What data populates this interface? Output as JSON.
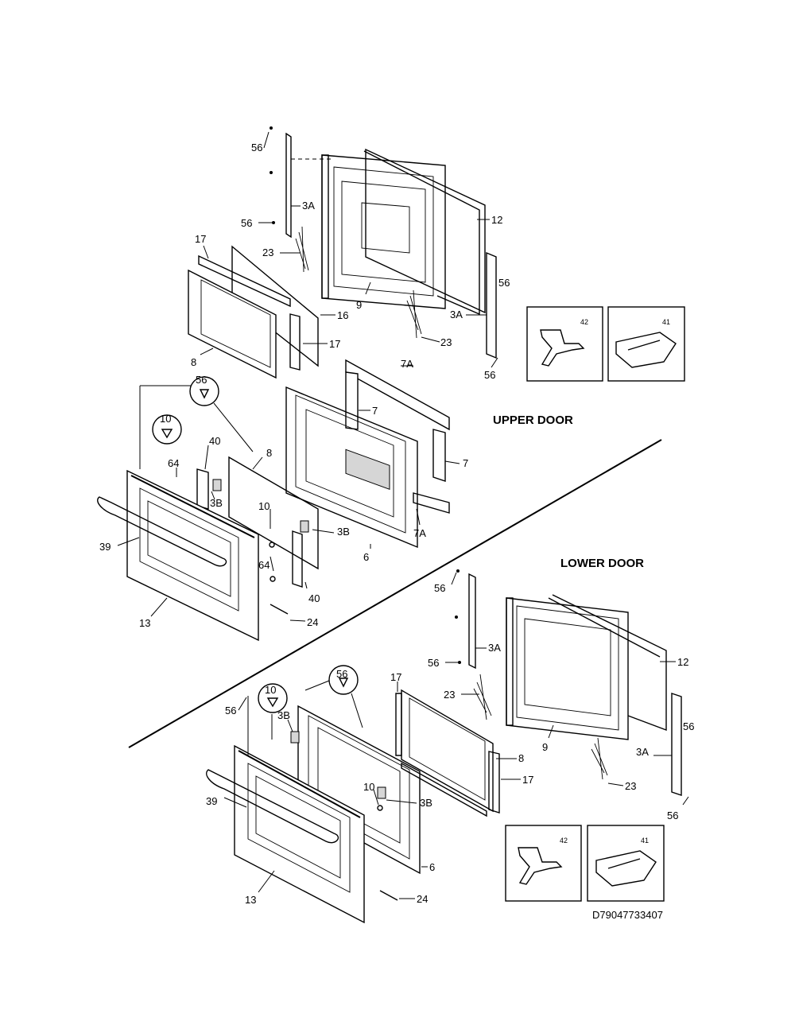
{
  "sections": {
    "upper": "UPPER DOOR",
    "lower": "LOWER DOOR"
  },
  "diagram_id": "D79047733407",
  "upper_labels": {
    "l56a": "56",
    "l3a_top": "3A",
    "l56b": "56",
    "l12": "12",
    "l23": "23",
    "l17": "17",
    "l56c": "56",
    "l9": "9",
    "l3a_right": "3A",
    "l16": "16",
    "l17b": "17",
    "l23b": "23",
    "l8": "8",
    "l56d": "56",
    "l7a": "7A",
    "l56e": "56",
    "l7": "7",
    "l10": "10",
    "l40": "40",
    "l8b": "8",
    "l7b": "7",
    "l64": "64",
    "l3b": "3B",
    "l10b": "10",
    "l3bb": "3B",
    "l7ab": "7A",
    "l39": "39",
    "l64b": "64",
    "l6": "6",
    "l40b": "40",
    "l13": "13",
    "l24": "24"
  },
  "lower_labels": {
    "l56a": "56",
    "l3a": "3A",
    "l56b": "56",
    "l12": "12",
    "l17": "17",
    "l56c": "56",
    "l10": "10",
    "l56d": "56",
    "l23": "23",
    "l56e": "56",
    "l3b": "3B",
    "l9": "9",
    "l8": "8",
    "l3a_right": "3A",
    "l17b": "17",
    "l10b": "10",
    "l3bb": "3B",
    "l23b": "23",
    "l39": "39",
    "l56f": "56",
    "l6": "6",
    "l13": "13",
    "l24": "24"
  },
  "insets": {
    "upper_42": "42",
    "upper_41": "41",
    "lower_42": "42",
    "lower_41": "41"
  }
}
